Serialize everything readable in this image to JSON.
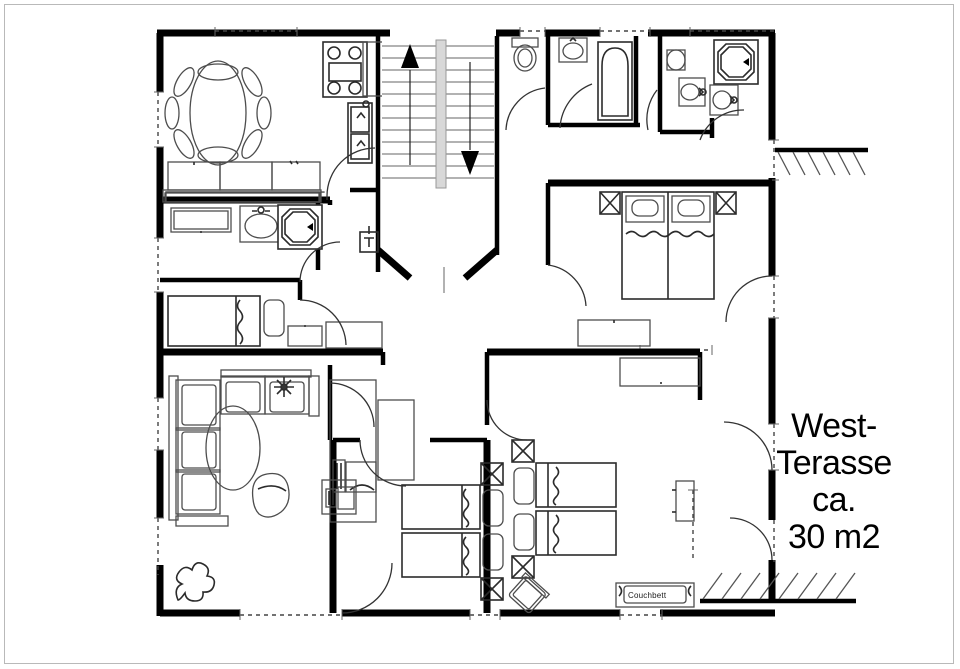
{
  "document": {
    "kind": "architectural-floor-plan",
    "background_color": "#ffffff",
    "line_color": "#000000",
    "furniture_line_color": "#555555",
    "border_color": "#b9b9b9"
  },
  "annotations": {
    "terrace": {
      "line1": "West-",
      "line2": "Terasse",
      "line3": "ca.",
      "line4": "30 m2"
    },
    "couchbett": {
      "label": "Couchbett"
    }
  },
  "rooms": [
    {
      "name": "dining-room",
      "furniture": [
        "oval-dining-table",
        "eight-chairs"
      ]
    },
    {
      "name": "kitchen",
      "furniture": [
        "stove-four-burner",
        "oven",
        "double-sink",
        "counter"
      ]
    },
    {
      "name": "stairwell",
      "furniture": [
        "stair-up",
        "stair-down",
        "center-wall"
      ]
    },
    {
      "name": "guest-wc",
      "furniture": [
        "toilet",
        "sink"
      ]
    },
    {
      "name": "bathroom-main",
      "furniture": [
        "bathtub"
      ]
    },
    {
      "name": "bathroom-ensuite",
      "furniture": [
        "toilet",
        "sink",
        "octagon-shower",
        "sink-small"
      ]
    },
    {
      "name": "master-bedroom",
      "furniture": [
        "double-bed",
        "nightstand-left",
        "nightstand-right",
        "dresser"
      ]
    },
    {
      "name": "bathroom-west",
      "furniture": [
        "bathtub",
        "sink",
        "octagon-shower"
      ]
    },
    {
      "name": "bedroom-west",
      "furniture": [
        "single-bed",
        "nightstand"
      ]
    },
    {
      "name": "living-room",
      "furniture": [
        "l-sofa",
        "oval-coffee-table",
        "armchair",
        "plant",
        "palm-plant",
        "sideboard",
        "tv"
      ]
    },
    {
      "name": "bedroom-twin-left",
      "furniture": [
        "twin-bed-upper",
        "twin-bed-lower",
        "nightstand-top",
        "nightstand-mid-upper",
        "nightstand-mid-lower",
        "nightstand-bottom"
      ]
    },
    {
      "name": "bedroom-twin-right",
      "furniture": [
        "twin-bed-upper",
        "twin-bed-lower",
        "nightstand-top",
        "nightstand-bottom",
        "chair-rotated",
        "couchbett"
      ]
    },
    {
      "name": "hallway-center",
      "furniture": [
        "washbasin"
      ]
    }
  ],
  "symbols": {
    "stair_arrow_up": "▲",
    "stair_arrow_down": "▼",
    "terrace_hatch_top": "diagonal-hatch",
    "terrace_hatch_bottom": "diagonal-hatch"
  }
}
